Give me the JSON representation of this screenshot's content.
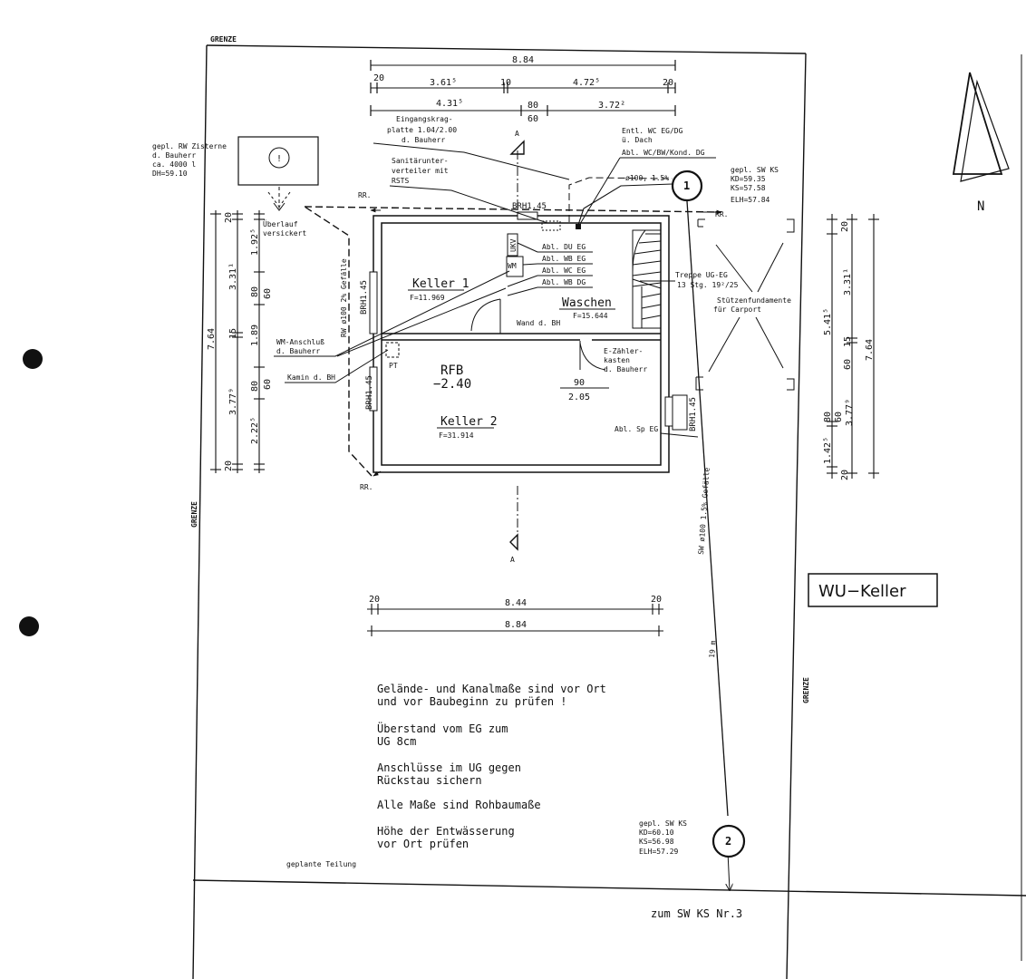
{
  "boundary": {
    "label": "GRENZE",
    "lower_label": "geplante Teilung"
  },
  "top_dims": {
    "total": "8.84",
    "row1": [
      "20",
      "3.61⁵",
      "10",
      "4.72⁵",
      "20"
    ],
    "row2": [
      "4.31⁵",
      "80",
      "3.72²"
    ],
    "row2_below": "60"
  },
  "bottom_dims": {
    "row1": [
      "20",
      "8.44",
      "20"
    ],
    "total": "8.84"
  },
  "left_dims": {
    "total": "7.64",
    "mid": [
      "3.31¹",
      "15",
      "3.77⁹"
    ],
    "inner": [
      "20",
      "1.92⁵",
      "80",
      "1.89",
      "80",
      "2.22⁵",
      "20"
    ],
    "small": [
      "60",
      "60"
    ]
  },
  "right_dims": {
    "total": "7.64",
    "mid": [
      "3.31¹",
      "15",
      "3.77⁹"
    ],
    "inner": [
      "20",
      "5.41⁵",
      "80",
      "1.42⁵",
      "20"
    ],
    "small": [
      "60",
      "60"
    ]
  },
  "rooms": {
    "keller1": {
      "name": "Keller 1",
      "area": "F=11.969"
    },
    "waschen": {
      "name": "Waschen",
      "area": "F=15.644"
    },
    "keller2": {
      "name": "Keller 2",
      "area": "F=31.914"
    },
    "rfb": {
      "label": "RFB",
      "value": "−2.40"
    }
  },
  "labels": {
    "ziesterne": [
      "gepl. RW Zisterne",
      "d. Bauherr",
      "ca. 4000 l",
      "DH=59.10"
    ],
    "ueberlauf": [
      "Überlauf",
      "versickert"
    ],
    "kragplatte": [
      "Eingangskrag-",
      "platte 1.04/2.00",
      "d. Bauherr"
    ],
    "sanitaer": [
      "Sanitärunter-",
      "verteiler mit",
      "RSTS"
    ],
    "entl": [
      "Entl. WC EG/DG",
      "ü. Dach"
    ],
    "abl_top": "Abl. WC/BW/Kond. DG",
    "pipe_size": "ø100, 1.5%",
    "sw_ks1": [
      "gepl. SW KS",
      "KD=59.35",
      "KS=57.58",
      "ELH=57.84"
    ],
    "abl_list": [
      "Abl. DU EG",
      "Abl. WB EG",
      "Abl. WC EG",
      "Abl. WB DG"
    ],
    "treppe": [
      "Treppe UG-EG",
      "13 Stg. 19²/25"
    ],
    "stuetzen": [
      "Stützenfundamente",
      "für Carport"
    ],
    "wand": "Wand d. BH",
    "wm_anschluss": [
      "WM-Anschluß",
      "d. Bauherr"
    ],
    "kamin": "Kamin d. BH",
    "ezaehler": [
      "E-Zähler-",
      "kasten",
      "d. Bauherr"
    ],
    "door_dims": [
      "90",
      "2.05"
    ],
    "abl_sp": "Abl. Sp EG",
    "brh": "BRH1.45",
    "rw_pipe": "RW ø100 2% Gefälle",
    "sw_pipe": "SW ø100 1.5% Gefälle",
    "distance": "19 m",
    "rr": "RR.",
    "wm": "WM",
    "ukv": "UKV",
    "pt": "PT",
    "section": "A",
    "sw_ks2": [
      "gepl. SW KS",
      "KD=60.10",
      "KS=56.98",
      "ELH=57.29"
    ],
    "manhole1": "1",
    "manhole2": "2",
    "zum": "zum SW KS Nr.3",
    "north": "N"
  },
  "notes": [
    [
      "Gelände- und Kanalmaße sind vor Ort",
      "und vor Baubeginn zu prüfen !"
    ],
    [
      "Überstand vom EG zum",
      "UG 8cm"
    ],
    [
      "Anschlüsse im UG gegen",
      "Rückstau sichern"
    ],
    [
      "Alle Maße sind Rohbaumaße"
    ],
    [
      "Höhe der Entwässerung",
      "vor Ort prüfen"
    ]
  ],
  "stamp": "WU−Keller"
}
